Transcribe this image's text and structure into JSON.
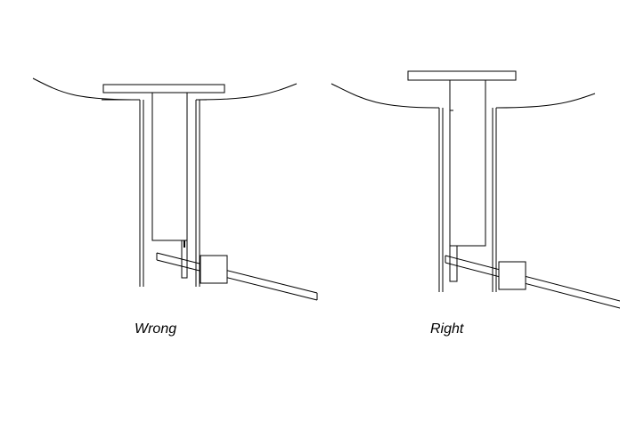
{
  "diagram": {
    "stroke_color": "#000000",
    "background_color": "#ffffff",
    "panels": [
      {
        "key": "wrong",
        "caption": "Wrong"
      },
      {
        "key": "right",
        "caption": "Right"
      }
    ]
  }
}
